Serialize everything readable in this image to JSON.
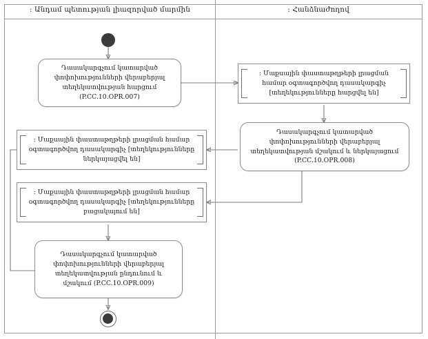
{
  "diagram": {
    "title": "UML activity diagram with two swimlanes",
    "accent_color": "#3b3b3b",
    "line_color": "#7a7a7a",
    "border_color": "#9a9a9a"
  },
  "lanes": [
    {
      "id": "lane-member-state",
      "label": ": Անդամ պետության լիազորված մարմին"
    },
    {
      "id": "lane-commission",
      "label": ": Հանձնաժողով"
    }
  ],
  "nodes": {
    "start": {
      "name": "initial-node",
      "label": ""
    },
    "end": {
      "name": "final-node",
      "label": ""
    },
    "activity_opr007": {
      "label": "Դասակարգչում կատարված փոփոխությունների վերաբերյալ տեղեկատվության հարցում (P.CC.10.OPR.007)",
      "lines": [
        "Դասակարգչում կատարված",
        "փոփոխությունների վերաբերյալ",
        "տեղեկատվության հարցում",
        "(P.CC.10.OPR.007)"
      ],
      "code": "P.CC.10.OPR.007"
    },
    "object_requested": {
      "label": ": Մաքսային փաստաթղթերի լրացման համար օգտագործվող դասակարգիչ [տեղեկությունները հարցվել են]",
      "lines": [
        ": Մաքսային փաստաթղթերի լրացման",
        "համար օգտագործվող դասակարգիչ",
        "[տեղեկությունները հարցվել են]"
      ],
      "state": "[տեղեկությունները հարցվել են]"
    },
    "activity_opr008": {
      "label": "Դասակարգչում կատարված փոփոխությունների վերաբերյալ տեղեկատվության մշակում և ներկայացում (P.CC.10.OPR.008)",
      "lines": [
        "Դասակարգչում կատարված",
        "փոփոխությունների վերաբերյալ",
        "տեղեկատվության մշակում և ներկայացում",
        "(P.CC.10.OPR.008)"
      ],
      "code": "P.CC.10.OPR.008"
    },
    "object_submitted": {
      "label": ": Մաքսային փաստաթղթերի լրացման համար օգտագործվող դասակարգիչ [տեղեկությունները ներկայացվել են]",
      "lines": [
        ": Մաքսային փաստաթղթերի լրացման համար",
        "օգտագործվող դասակարգիչ",
        "[տեղեկությունները ներկայացվել են]"
      ],
      "state": "[տեղեկությունները ներկայացվել են]"
    },
    "object_missing": {
      "label": ": Մաքսային փաստաթղթերի լրացման համար օգտագործվող դասակարգիչ [տեղեկությունները բացակայում են]",
      "lines": [
        ": Մաքսային փաստաթղթերի լրացման համար",
        "օգտագործվող դասակարգիչ [տեղեկությունները",
        "բացակայում են]"
      ],
      "state": "[տեղեկությունները բացակայում են]"
    },
    "activity_opr009": {
      "label": "Դասակարգչում կատարված փոփոխությունների վերաբերյալ տեղեկատվության ընդունում և մշակում (P.CC.10.OPR.009)",
      "lines": [
        "Դասակարգչում կատարված",
        "փոփոխությունների վերաբերյալ",
        "տեղեկատվության ընդունում և",
        "մշակում (P.CC.10.OPR.009)"
      ],
      "code": "P.CC.10.OPR.009"
    }
  }
}
